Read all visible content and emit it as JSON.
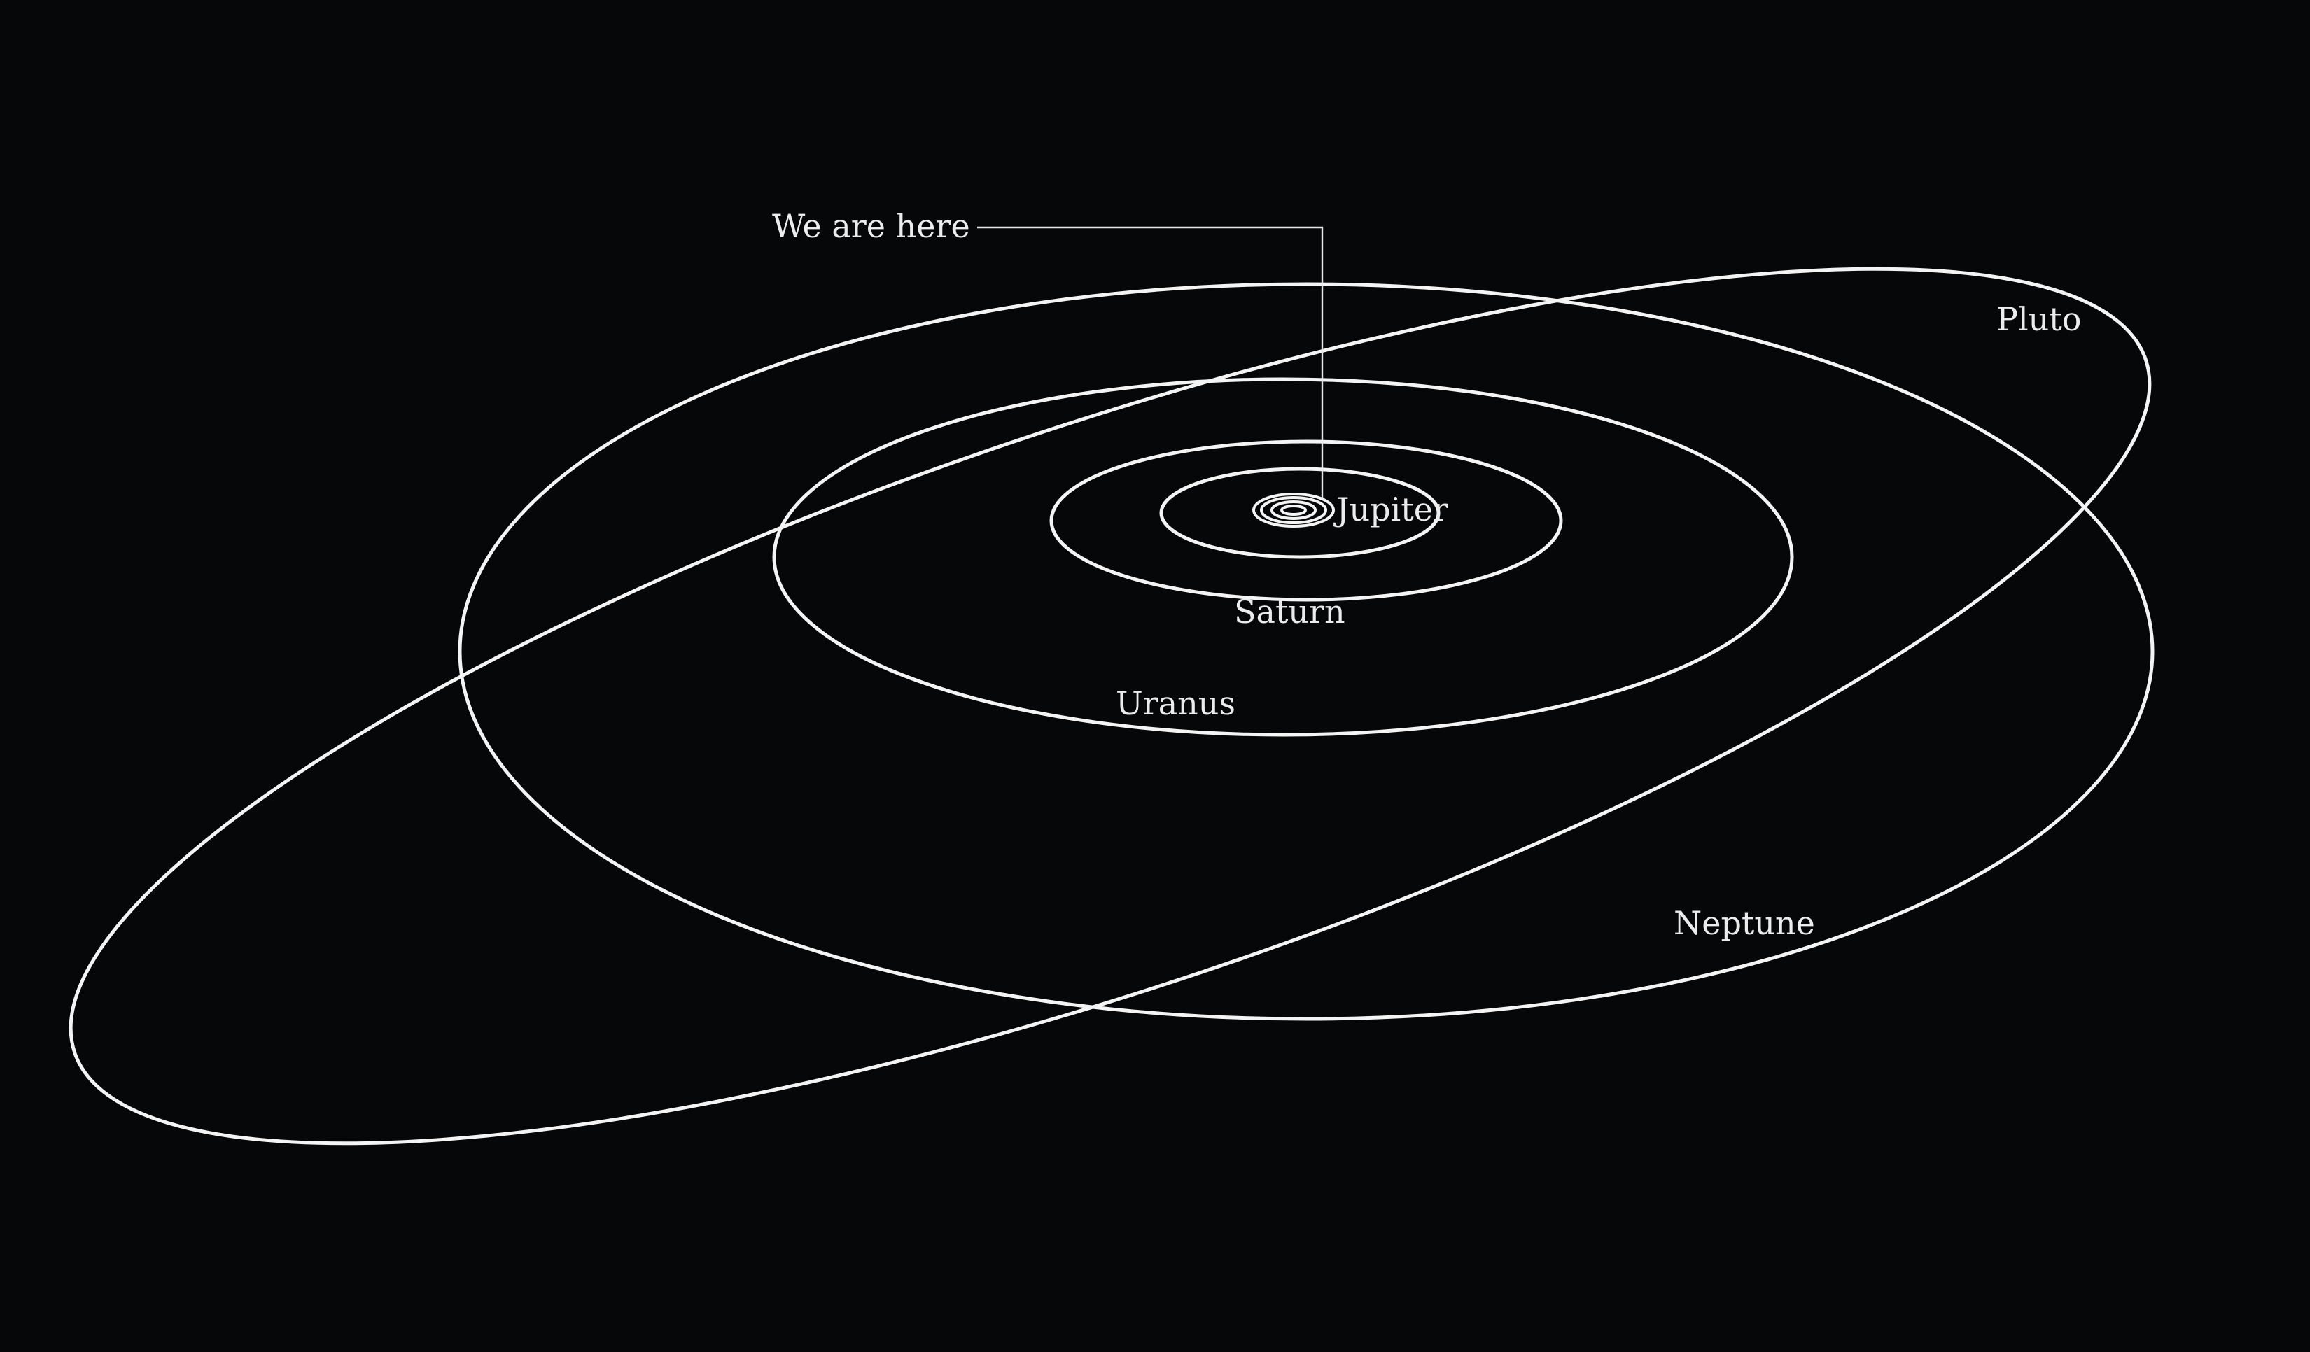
{
  "annotation": {
    "text": "We are here"
  },
  "planets": [
    {
      "name": "Jupiter",
      "label": "Jupiter"
    },
    {
      "name": "Saturn",
      "label": "Saturn"
    },
    {
      "name": "Uranus",
      "label": "Uranus"
    },
    {
      "name": "Neptune",
      "label": "Neptune"
    },
    {
      "name": "Pluto",
      "label": "Pluto"
    }
  ],
  "colors": {
    "background": "#060709",
    "orbit_stroke": "#f4f4f4",
    "label_text": "#ececec"
  }
}
